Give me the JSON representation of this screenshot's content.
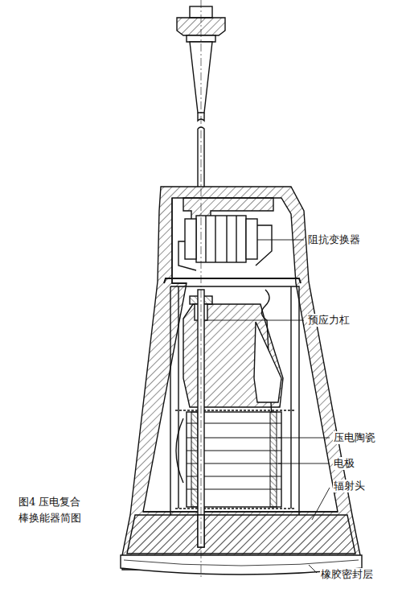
{
  "diagram": {
    "caption": "图4 压电复合棒换能器简图",
    "labels": [
      "阻抗变换器",
      "预应力杠",
      "压电陶瓷",
      "电极",
      "辐射头",
      "橡胶密封层"
    ]
  }
}
